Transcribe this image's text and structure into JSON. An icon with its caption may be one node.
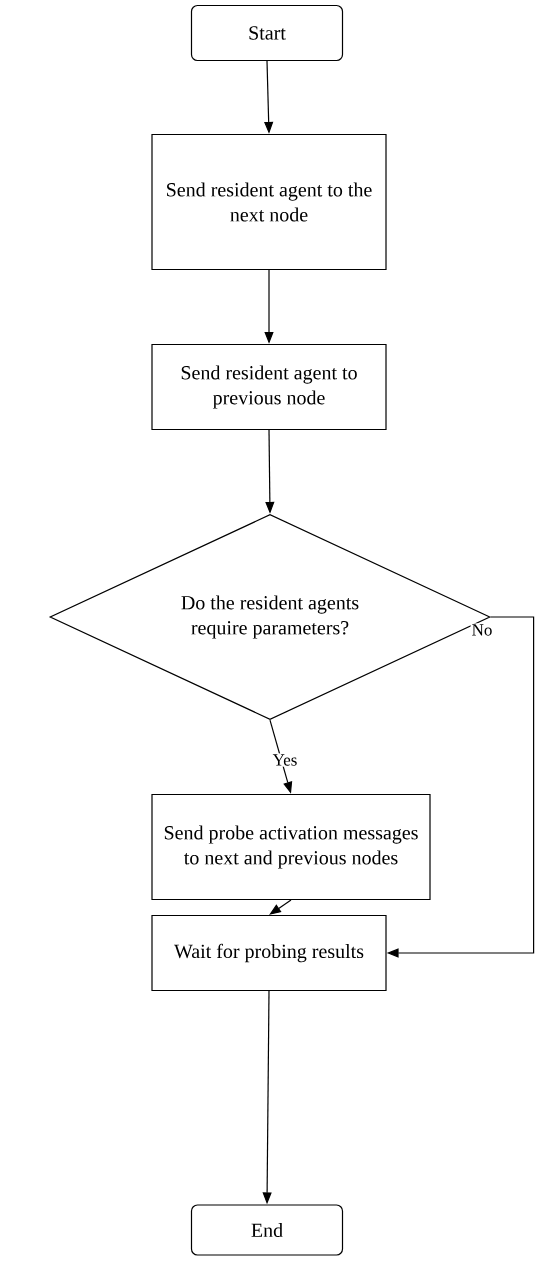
{
  "diagram": {
    "nodes": [
      {
        "text": [
          "Start"
        ]
      },
      {
        "text": [
          "Send resident agent to the next node"
        ]
      },
      {
        "text": [
          "Send resident agent to previous node"
        ]
      },
      {
        "text": [
          "Do the resident agents require parameters?"
        ]
      },
      {
        "text": [
          "Send probe activation messages to next and previous nodes"
        ]
      },
      {
        "text": [
          "Wait for probing results"
        ]
      },
      {
        "text": [
          "End"
        ]
      }
    ],
    "edges": [
      {
        "from": 0,
        "to": 1,
        "arrow": "to"
      },
      {
        "from": 1,
        "to": 2,
        "arrow": "to"
      },
      {
        "from": 2,
        "to": 3,
        "arrow": "to"
      },
      {
        "from": 3,
        "to": 4,
        "arrow": "to",
        "label": "Yes"
      },
      {
        "from": 4,
        "to": 5,
        "arrow": "to"
      },
      {
        "from": 3,
        "to": 5,
        "arrow": "to",
        "label": "No"
      },
      {
        "from": 5,
        "to": 6,
        "arrow": "to"
      }
    ]
  }
}
